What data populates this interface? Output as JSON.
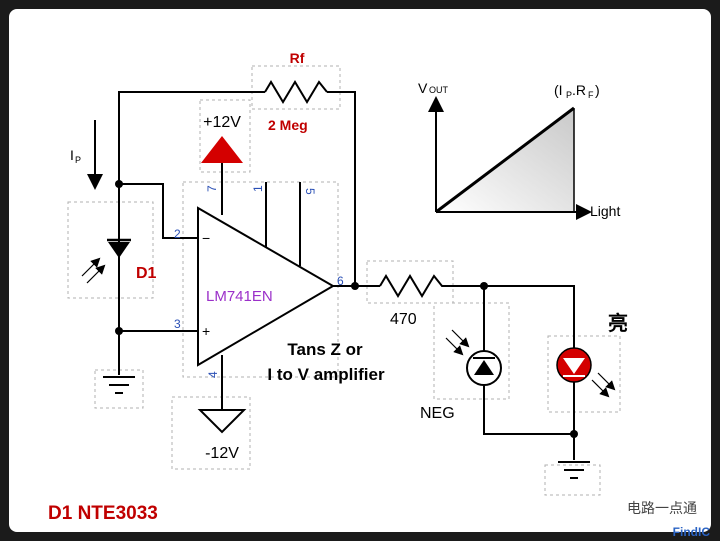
{
  "resistor_rf": {
    "name": "Rf",
    "value": "2 Meg"
  },
  "supply_pos": "+12V",
  "supply_neg": "-12V",
  "current_label": "I",
  "current_sub": "P",
  "photodiode_label": "D1",
  "opamp_label": "LM741EN",
  "pins": {
    "p2": "2",
    "p3": "3",
    "p7": "7",
    "p1": "1",
    "p5": "5",
    "p4": "4",
    "p6": "6"
  },
  "resistor_out": "470",
  "amp_line1": "Tans Z or",
  "amp_line2": "I to V amplifier",
  "neg_label": "NEG",
  "led_label": "亮",
  "graph": {
    "ylabel_main": "V",
    "ylabel_sub": "OUT",
    "xlabel": "Light",
    "peak_a": "(I",
    "peak_b": "P",
    "peak_c": ".R",
    "peak_d": "F",
    "peak_e": ")"
  },
  "part_note": "D1 NTE3033",
  "watermark": "电路一点通",
  "watermark_logo": "FindIC"
}
